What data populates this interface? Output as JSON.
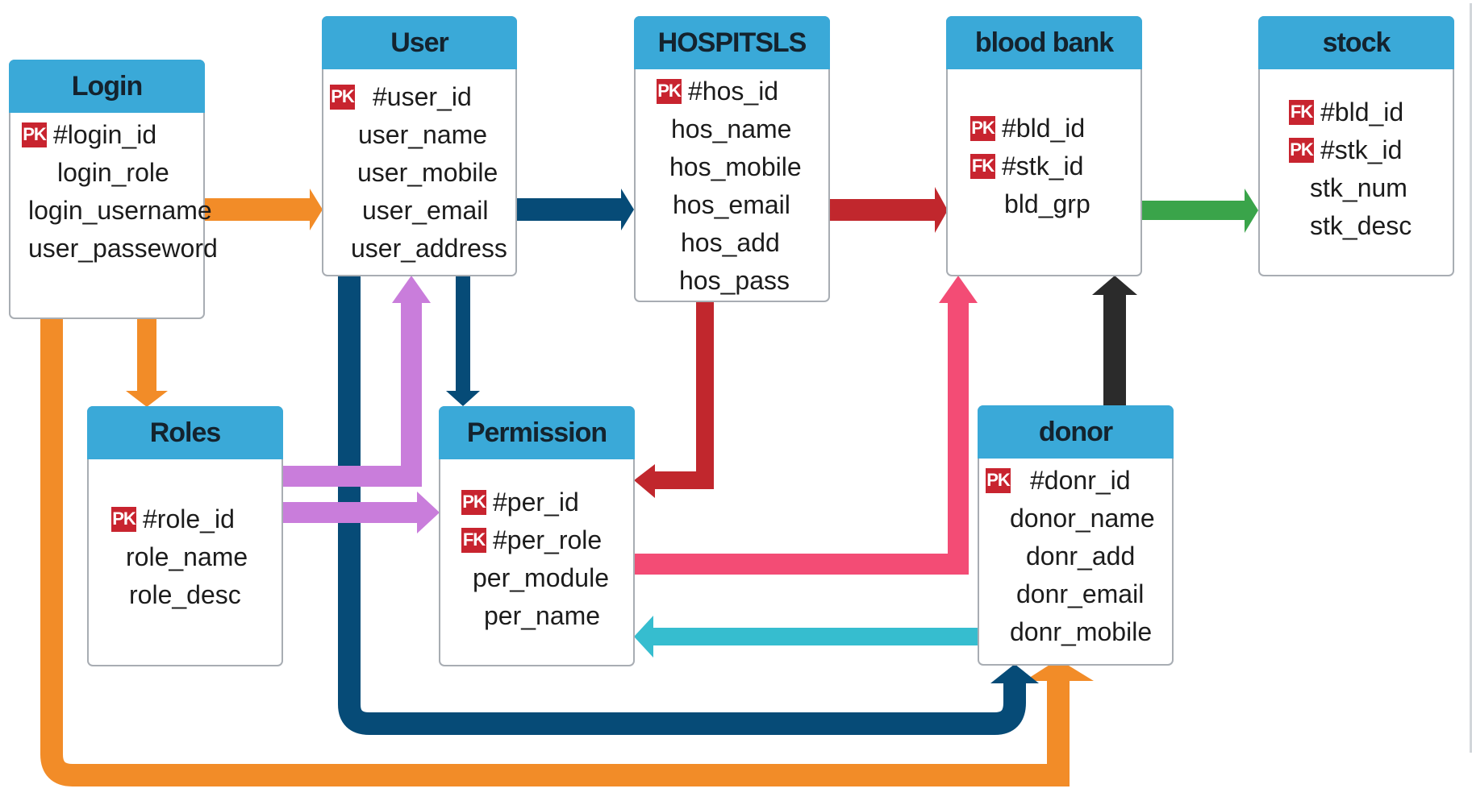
{
  "colors": {
    "header_bg": "#3aa9d8",
    "header_text": "#14232e",
    "key_badge_bg": "#c8242f",
    "orange": "#f28c28",
    "navy": "#064b77",
    "crimson": "#c1272d",
    "green": "#3aa44a",
    "violet": "#c97ddb",
    "pink": "#f34c75",
    "teal": "#36bdcf",
    "black": "#2b2b2b"
  },
  "entities": {
    "login": {
      "title": "Login",
      "fields": [
        {
          "key": "PK",
          "label": "#login_id"
        },
        {
          "key": "",
          "label": "login_role"
        },
        {
          "key": "",
          "label": "login_username"
        },
        {
          "key": "",
          "label": "user_passeword"
        }
      ]
    },
    "user": {
      "title": "User",
      "fields": [
        {
          "key": "PK",
          "label": "#user_id"
        },
        {
          "key": "",
          "label": "user_name"
        },
        {
          "key": "",
          "label": "user_mobile"
        },
        {
          "key": "",
          "label": "user_email"
        },
        {
          "key": "",
          "label": "user_address"
        }
      ]
    },
    "hospitals": {
      "title": "HOSPITSLS",
      "fields": [
        {
          "key": "PK",
          "label": "#hos_id"
        },
        {
          "key": "",
          "label": "hos_name"
        },
        {
          "key": "",
          "label": "hos_mobile"
        },
        {
          "key": "",
          "label": "hos_email"
        },
        {
          "key": "",
          "label": "hos_add"
        },
        {
          "key": "",
          "label": "hos_pass"
        }
      ]
    },
    "blood_bank": {
      "title": "blood bank",
      "fields": [
        {
          "key": "PK",
          "label": "#bld_id"
        },
        {
          "key": "FK",
          "label": "#stk_id"
        },
        {
          "key": "",
          "label": "bld_grp"
        }
      ]
    },
    "stock": {
      "title": "stock",
      "fields": [
        {
          "key": "FK",
          "label": "#bld_id"
        },
        {
          "key": "PK",
          "label": "#stk_id"
        },
        {
          "key": "",
          "label": "stk_num"
        },
        {
          "key": "",
          "label": "stk_desc"
        }
      ]
    },
    "roles": {
      "title": "Roles",
      "fields": [
        {
          "key": "PK",
          "label": "#role_id"
        },
        {
          "key": "",
          "label": "role_name"
        },
        {
          "key": "",
          "label": "role_desc"
        }
      ]
    },
    "permission": {
      "title": "Permission",
      "fields": [
        {
          "key": "PK",
          "label": "#per_id"
        },
        {
          "key": "FK",
          "label": "#per_role"
        },
        {
          "key": "",
          "label": "per_module"
        },
        {
          "key": "",
          "label": "per_name"
        }
      ]
    },
    "donor": {
      "title": "donor",
      "fields": [
        {
          "key": "PK",
          "label": "#donr_id"
        },
        {
          "key": "",
          "label": "donor_name"
        },
        {
          "key": "",
          "label": "donr_add"
        },
        {
          "key": "",
          "label": "donr_email"
        },
        {
          "key": "",
          "label": "donr_mobile"
        }
      ]
    }
  },
  "relationships": [
    {
      "from": "Login",
      "to": "User",
      "color": "orange"
    },
    {
      "from": "Login",
      "to": "Roles",
      "color": "orange"
    },
    {
      "from": "Login",
      "to": "donor",
      "color": "orange"
    },
    {
      "from": "User",
      "to": "HOSPITSLS",
      "color": "navy"
    },
    {
      "from": "User",
      "to": "Permission",
      "color": "navy"
    },
    {
      "from": "User",
      "to": "donor",
      "color": "navy"
    },
    {
      "from": "HOSPITSLS",
      "to": "blood bank",
      "color": "crimson"
    },
    {
      "from": "HOSPITSLS",
      "to": "Permission",
      "color": "crimson"
    },
    {
      "from": "blood bank",
      "to": "stock",
      "color": "green"
    },
    {
      "from": "Roles",
      "to": "User",
      "color": "violet"
    },
    {
      "from": "Roles",
      "to": "Permission",
      "color": "violet"
    },
    {
      "from": "Permission",
      "to": "blood bank",
      "color": "pink"
    },
    {
      "from": "donor",
      "to": "Permission",
      "color": "teal"
    },
    {
      "from": "donor",
      "to": "blood bank",
      "color": "black"
    }
  ]
}
